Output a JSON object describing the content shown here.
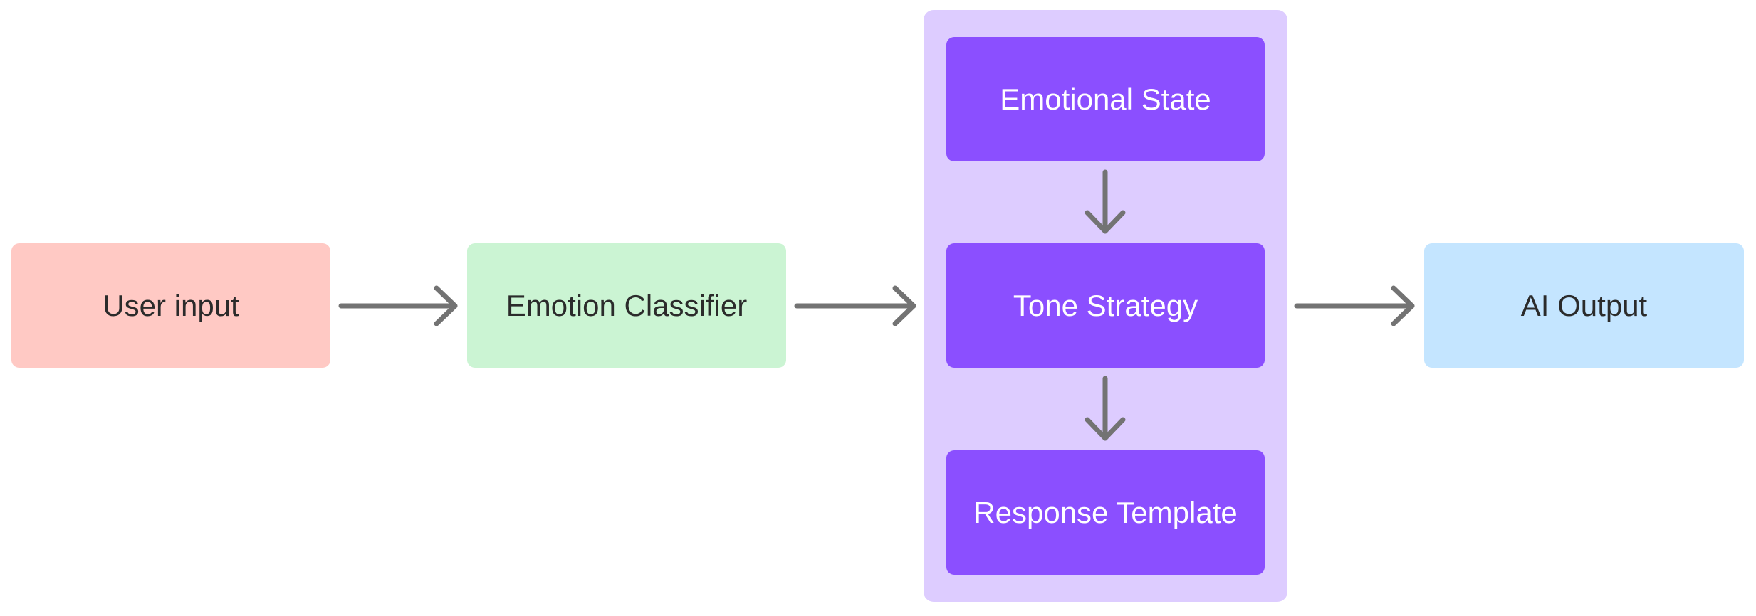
{
  "diagram": {
    "nodes": {
      "user_input": {
        "label": "User input",
        "fill": "#FFC9C4",
        "text_color": "#2B2B2B"
      },
      "emotion_classifier": {
        "label": "Emotion Classifier",
        "fill": "#CBF4D3",
        "text_color": "#2B2B2B"
      },
      "emotional_state": {
        "label": "Emotional State",
        "fill": "#8B4FFF",
        "text_color": "#FFFFFF"
      },
      "tone_strategy": {
        "label": "Tone Strategy",
        "fill": "#8B4FFF",
        "text_color": "#FFFFFF"
      },
      "response_template": {
        "label": "Response Template",
        "fill": "#8B4FFF",
        "text_color": "#FFFFFF"
      },
      "ai_output": {
        "label": "AI Output",
        "fill": "#C4E5FF",
        "text_color": "#2B2B2B"
      }
    },
    "group": {
      "fill": "#DDCCFF"
    },
    "arrow_color": "#737373",
    "edges": [
      {
        "from": "user_input",
        "to": "emotion_classifier"
      },
      {
        "from": "emotion_classifier",
        "to": "tone_strategy"
      },
      {
        "from": "emotional_state",
        "to": "tone_strategy"
      },
      {
        "from": "tone_strategy",
        "to": "response_template"
      },
      {
        "from": "tone_strategy",
        "to": "ai_output"
      }
    ]
  }
}
